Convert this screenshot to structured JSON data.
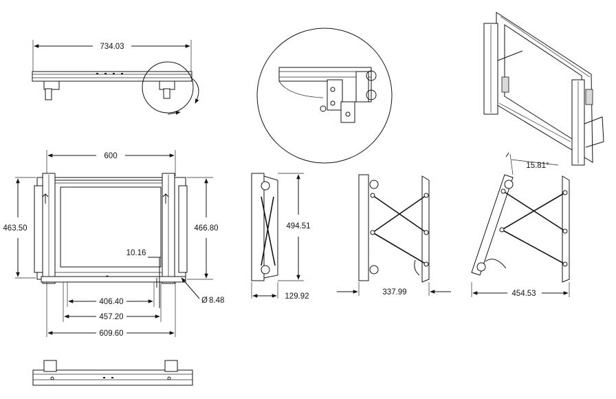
{
  "dimensions": {
    "top_width": "734.03",
    "front_width_600": "600",
    "height_left": "463.50",
    "height_right": "466.80",
    "offset": "10.16",
    "span_406": "406.40",
    "span_457": "457.20",
    "span_609": "609.60",
    "hole_dia": "8.48",
    "side_height": "494.51",
    "depth_closed": "129.92",
    "depth_open": "337.99",
    "depth_tilted": "454.53",
    "tilt_angle": "15.81°"
  },
  "symbols": {
    "diameter": "Ø"
  },
  "colors": {
    "line": "#111111",
    "shade": "#d9d9d9",
    "background": "#ffffff"
  }
}
